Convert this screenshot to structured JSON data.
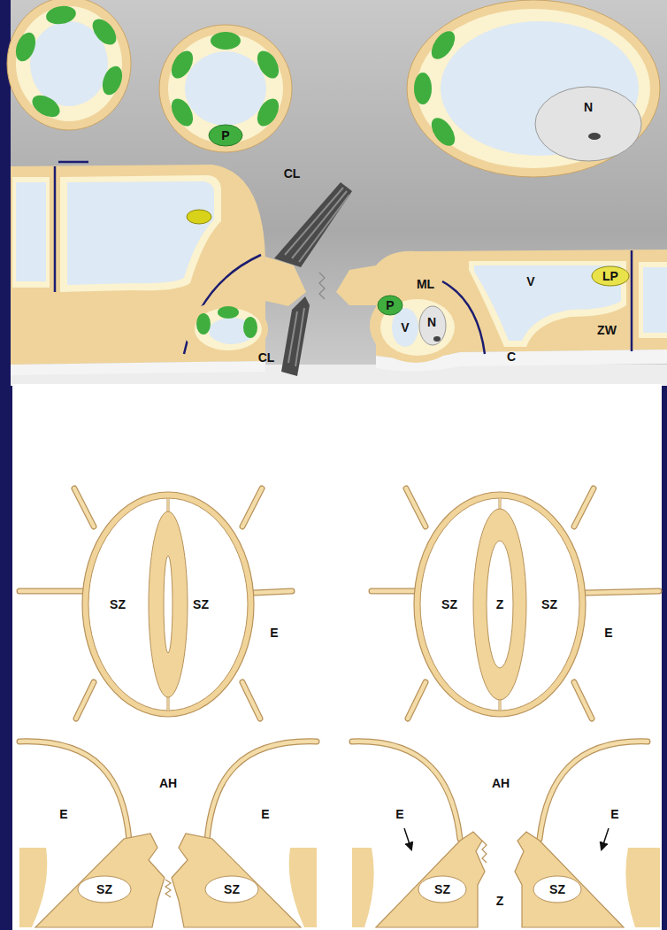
{
  "diagram": {
    "labels": [
      "P",
      "N",
      "CL",
      "LP",
      "ML",
      "V",
      "P",
      "V",
      "N",
      "ZW",
      "CL",
      "C",
      "SZ",
      "SZ",
      "E",
      "SZ",
      "Z",
      "SZ",
      "E",
      "AH",
      "E",
      "E",
      "SZ",
      "SZ",
      "AH",
      "E",
      "E",
      "SZ",
      "Z",
      "SZ"
    ]
  }
}
